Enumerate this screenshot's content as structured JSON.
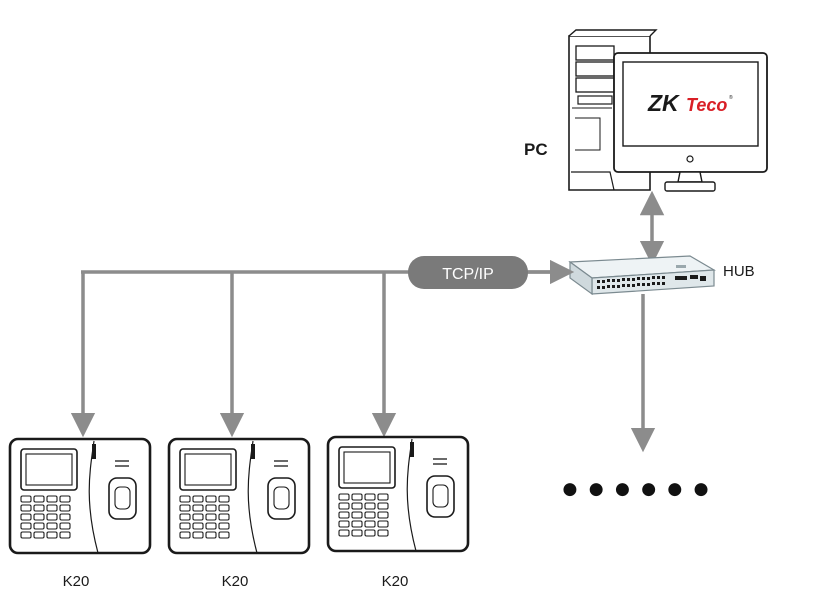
{
  "pc": {
    "label": "PC",
    "brand": "ZKTeco",
    "brand_zk": "ZK",
    "brand_teco": "Teco",
    "registered_mark": "®"
  },
  "hub": {
    "label": "HUB"
  },
  "network": {
    "protocol_label": "TCP/IP"
  },
  "terminals": [
    {
      "model": "K20"
    },
    {
      "model": "K20"
    },
    {
      "model": "K20"
    }
  ],
  "more_devices": {
    "ellipsis": "● ● ● ● ● ●"
  },
  "colors": {
    "line": "#8c8c8c",
    "pill": "#7a7a7a",
    "outline": "#1a1a1a",
    "hub_body": "#dfe7ea",
    "brand_red": "#d91f26"
  }
}
